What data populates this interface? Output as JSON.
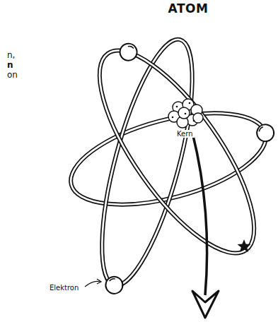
{
  "diagram": {
    "title": "ATOM",
    "labels": [
      "n,",
      "n",
      "on",
      "Kern",
      "Elektron"
    ]
  }
}
